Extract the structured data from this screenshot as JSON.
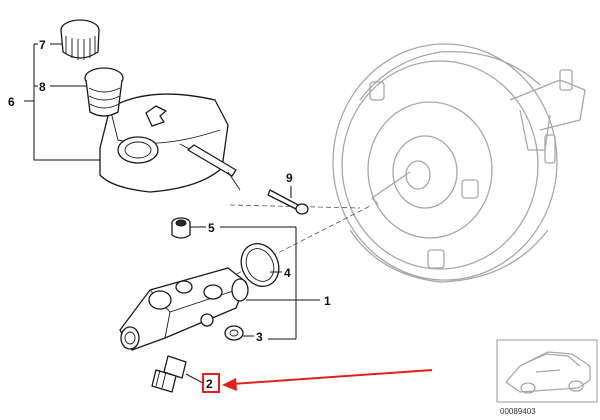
{
  "diagram": {
    "callouts": [
      "1",
      "2",
      "3",
      "4",
      "5",
      "6",
      "7",
      "8",
      "9"
    ],
    "highlighted_callout": "2",
    "highlight_color": "#e0201c",
    "reference_number": "00089403"
  }
}
